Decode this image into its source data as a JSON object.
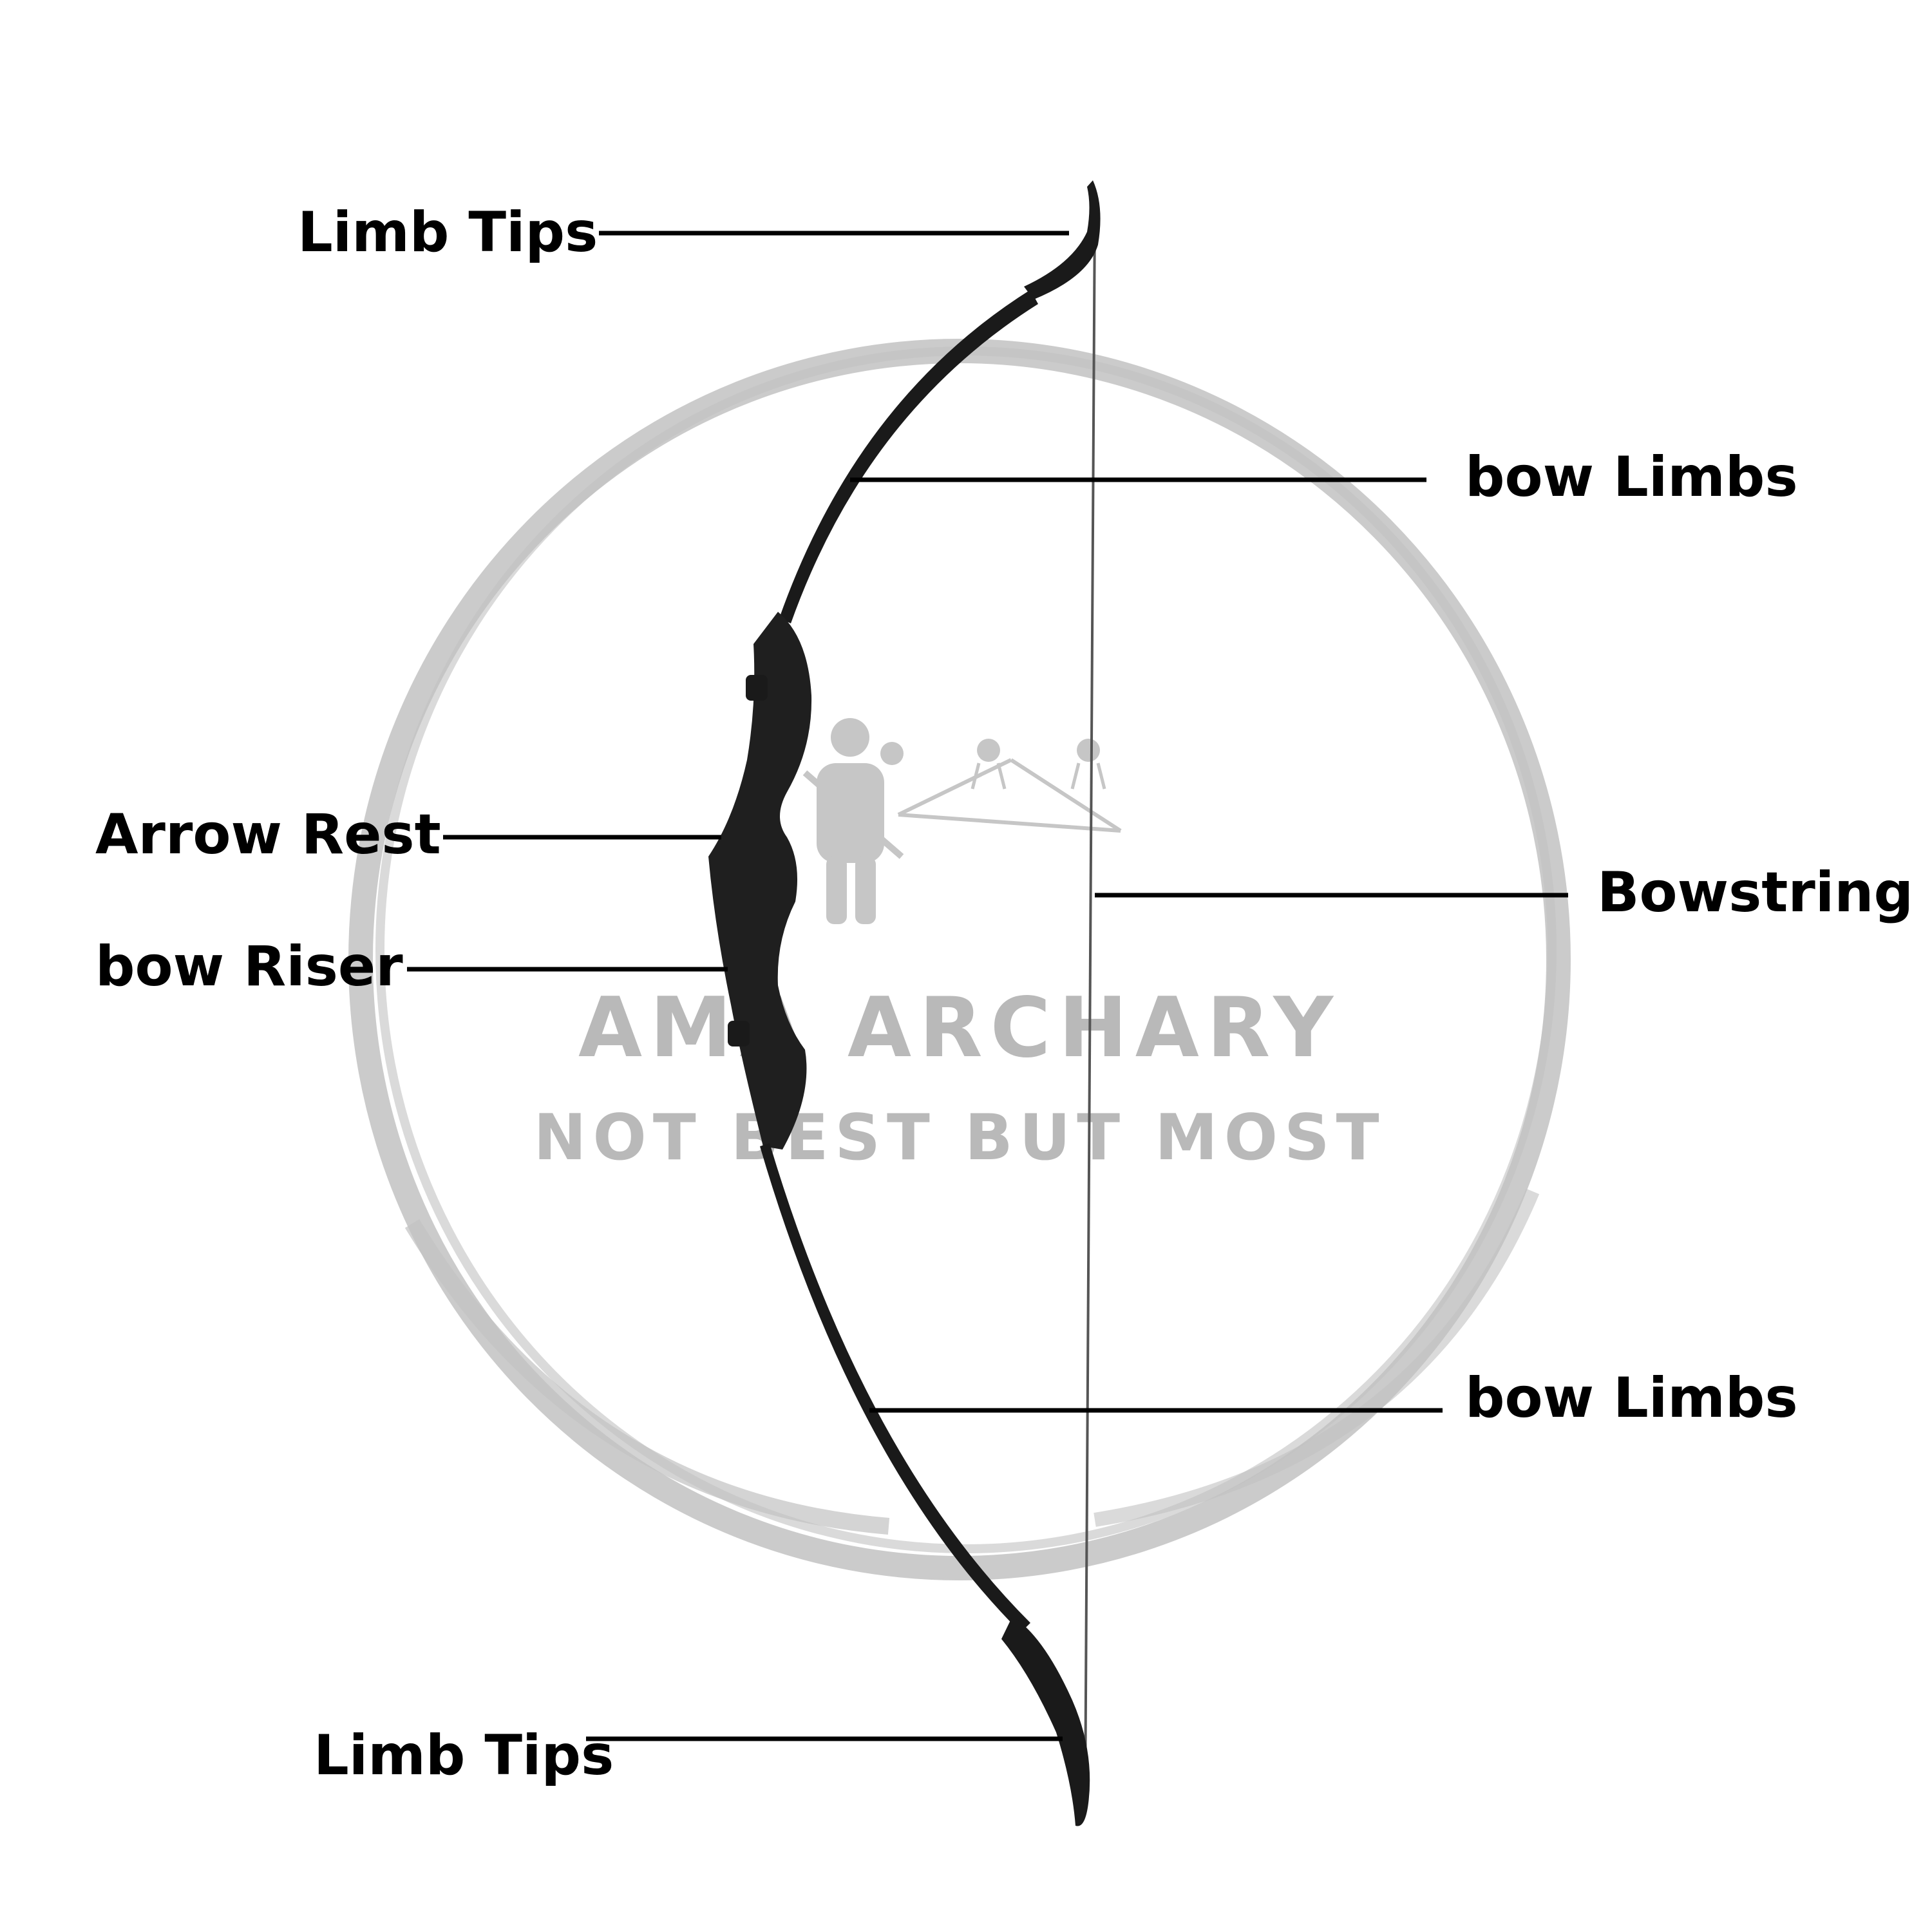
{
  "watermark": {
    "title": "AMA ARCHARY",
    "tagline": "NOT BEST BUT MOST",
    "color": "#b9b9b9"
  },
  "bow": {
    "color": "#1a1a1a",
    "string_color": "#555555"
  },
  "labels": {
    "limb_tips_top": "Limb Tips",
    "bow_limbs_upper": "bow Limbs",
    "arrow_rest": "Arrow Rest",
    "bowstring": "Bowstring",
    "bow_riser": "bow Riser",
    "bow_limbs_lower": "bow Limbs",
    "limb_tips_bottom": "Limb Tips"
  }
}
